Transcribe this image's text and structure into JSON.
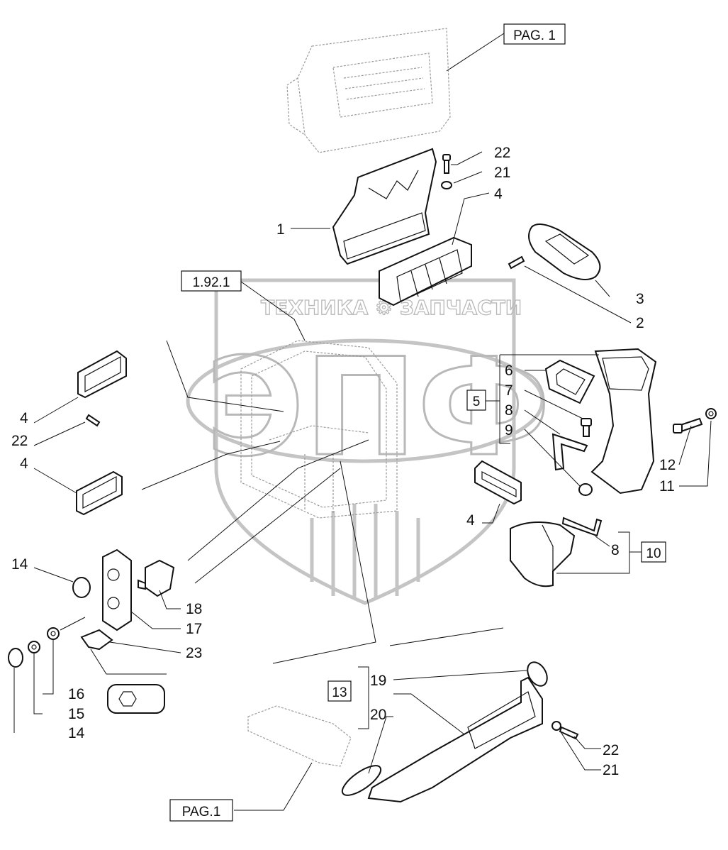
{
  "watermark": {
    "line": "ТЕХНИКА ⚙ ЗАПЧАСТИ",
    "monogram": "ЭПФ"
  },
  "refs": {
    "top_page": "PAG. 1",
    "bottom_page": "PAG.1",
    "cab": "1.92.1",
    "group_5": "5",
    "group_10": "10",
    "group_13": "13"
  },
  "callouts": {
    "c22_top": "22",
    "c21_top": "21",
    "c4_top": "4",
    "c1": "1",
    "c3": "3",
    "c2": "2",
    "c6": "6",
    "c7": "7",
    "c8_a": "8",
    "c9": "9",
    "c12": "12",
    "c11": "11",
    "c4_left_a": "4",
    "c22_left": "22",
    "c4_left_b": "4",
    "c4_right": "4",
    "c8_b": "8",
    "c14_a": "14",
    "c18": "18",
    "c17": "17",
    "c23": "23",
    "c16": "16",
    "c15": "15",
    "c14_b": "14",
    "c19": "19",
    "c20": "20",
    "c22_bottom": "22",
    "c21_bottom": "21"
  }
}
